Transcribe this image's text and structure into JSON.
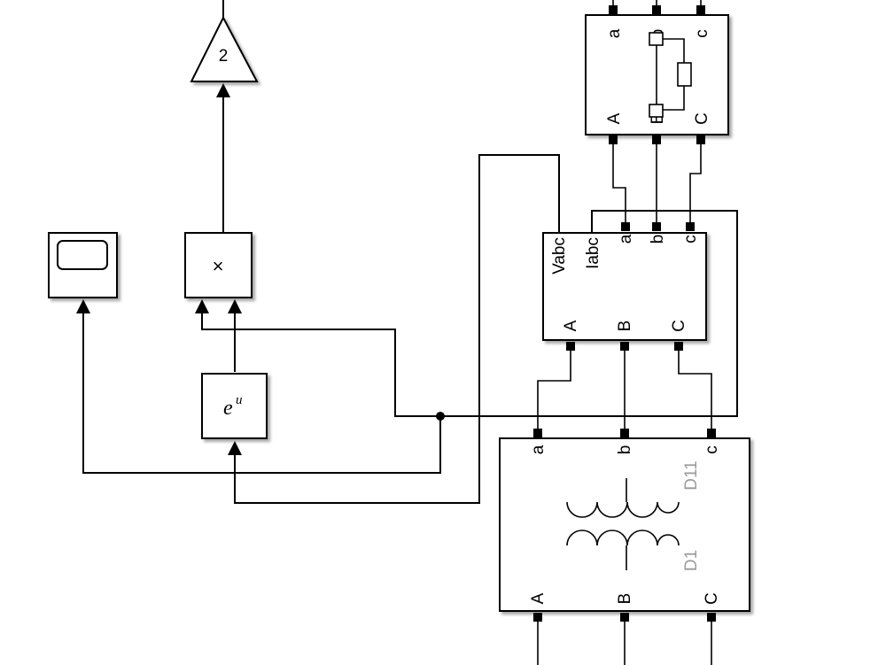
{
  "blocks": {
    "gain": {
      "value": "2"
    },
    "product": {
      "symbol": "×"
    },
    "exp": {
      "base": "e",
      "exponent": "u"
    },
    "load": {
      "top_ports": [
        "a",
        "b",
        "c"
      ],
      "bottom_ports": [
        "A",
        "B",
        "C"
      ]
    },
    "measurement": {
      "outputs": [
        "Vabc",
        "Iabc"
      ],
      "top_ports": [
        "a",
        "b",
        "c"
      ],
      "bottom_ports": [
        "A",
        "B",
        "C"
      ]
    },
    "transformer": {
      "top_ports": [
        "a",
        "b",
        "c"
      ],
      "bottom_ports": [
        "A",
        "B",
        "C"
      ],
      "winding_top": "D11",
      "winding_bottom": "D1"
    }
  },
  "colors": {
    "line": "#000000",
    "background": "#ffffff",
    "secondary_label": "#9a9a9a"
  }
}
